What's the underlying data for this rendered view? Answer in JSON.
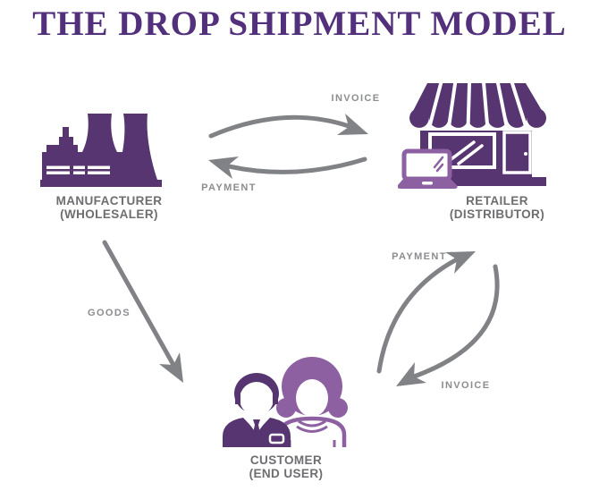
{
  "title": "THE DROP SHIPMENT MODEL",
  "colors": {
    "title_purple": "#52307c",
    "icon_purple": "#573570",
    "icon_light_purple": "#8d60a2",
    "arrow_gray": "#808285",
    "node_label_gray": "#6d6e71",
    "flow_label_gray": "#8b8d90"
  },
  "nodes": {
    "manufacturer": {
      "line1": "MANUFACTURER",
      "line2": "(WHOLESALER)",
      "icon": "factory-icon"
    },
    "retailer": {
      "line1": "RETAILER",
      "line2": "(DISTRIBUTOR)",
      "icon": "storefront-laptop-icon"
    },
    "customer": {
      "line1": "CUSTOMER",
      "line2": "(END USER)",
      "icon": "people-icon"
    }
  },
  "flows": {
    "invoice_top": {
      "label": "INVOICE",
      "from": "manufacturer",
      "to": "retailer"
    },
    "payment_top": {
      "label": "PAYMENT",
      "from": "retailer",
      "to": "manufacturer"
    },
    "goods": {
      "label": "GOODS",
      "from": "manufacturer",
      "to": "customer"
    },
    "payment_right": {
      "label": "PAYMENT",
      "from": "customer",
      "to": "retailer"
    },
    "invoice_right": {
      "label": "INVOICE",
      "from": "retailer",
      "to": "customer"
    }
  }
}
